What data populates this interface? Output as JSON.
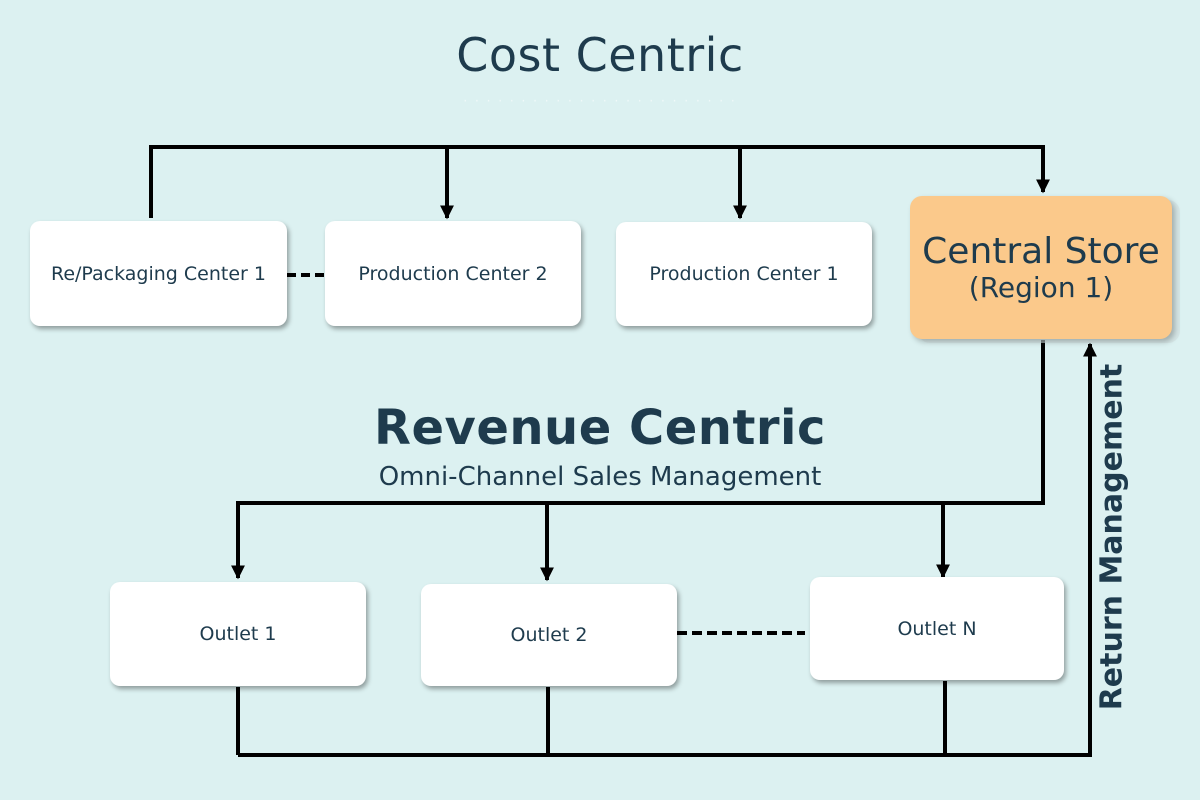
{
  "cost": {
    "title": "Cost Centric"
  },
  "revenue": {
    "title": "Revenue Centric",
    "subtitle": "Omni-Channel Sales Management"
  },
  "nodes": {
    "repackaging_1": "Re/Packaging Center 1",
    "production_2": "Production Center 2",
    "production_1": "Production Center 1",
    "central_store": {
      "name": "Central Store",
      "region": "(Region 1)"
    },
    "outlet_1": "Outlet 1",
    "outlet_2": "Outlet 2",
    "outlet_n": "Outlet N"
  },
  "return_label": "Return Management",
  "colors": {
    "background": "#dcf1f1",
    "text": "#1e3b4d",
    "central_store": "#fbc98b",
    "box": "#ffffff",
    "connector": "#000000"
  }
}
